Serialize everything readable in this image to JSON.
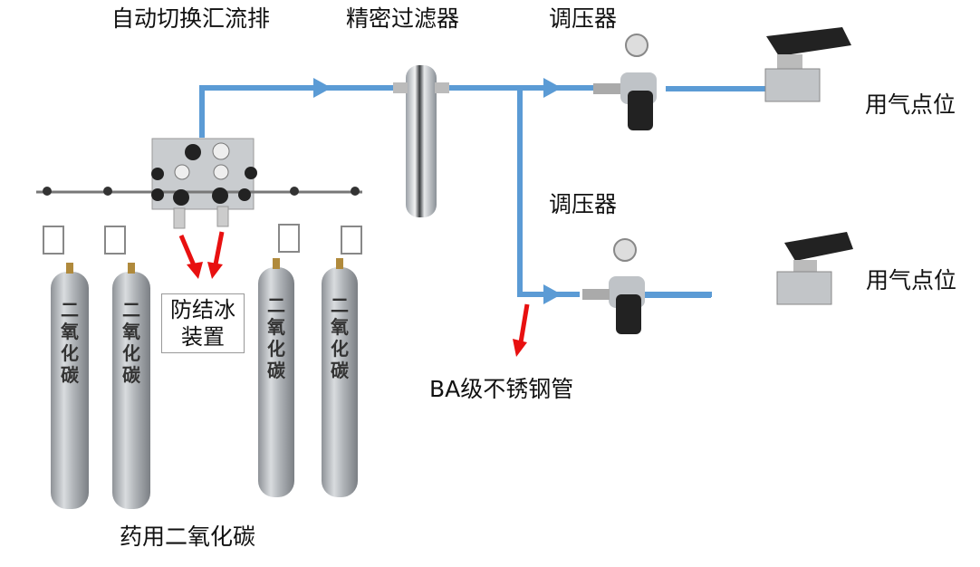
{
  "labels": {
    "manifold": "自动切换汇流排",
    "filter": "精密过滤器",
    "regulator_top": "调压器",
    "regulator_bottom": "调压器",
    "usepoint_top": "用气点位",
    "usepoint_bottom": "用气点位",
    "anti_freeze_line1": "防结冰",
    "anti_freeze_line2": "装置",
    "pipe": "BA级不锈钢管",
    "cylinders": "药用二氧化碳"
  },
  "cylinder_text": [
    "二",
    "氧",
    "化",
    "碳"
  ],
  "cylinder_count": 4,
  "colors": {
    "pipe": "#5b9bd5",
    "arrow": "#e81010",
    "steel": "#b8bcc0",
    "handle": "#222222"
  }
}
